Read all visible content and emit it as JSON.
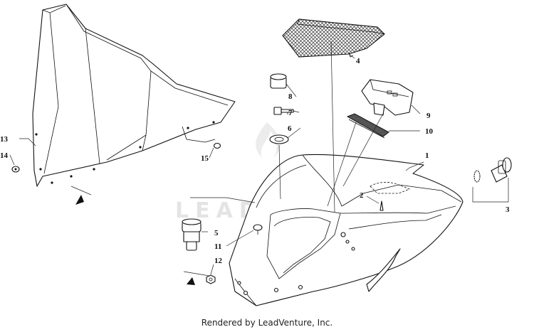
{
  "diagram": {
    "watermark_text": "LEADVENTURE",
    "credit_text": "Rendered by LeadVenture, Inc.",
    "callouts": [
      {
        "id": "1",
        "label": "1"
      },
      {
        "id": "2",
        "label": "2"
      },
      {
        "id": "3",
        "label": "3"
      },
      {
        "id": "4",
        "label": "4"
      },
      {
        "id": "5",
        "label": "5"
      },
      {
        "id": "6",
        "label": "6"
      },
      {
        "id": "7",
        "label": "7"
      },
      {
        "id": "8",
        "label": "8"
      },
      {
        "id": "9",
        "label": "9"
      },
      {
        "id": "10",
        "label": "10"
      },
      {
        "id": "11",
        "label": "11"
      },
      {
        "id": "12",
        "label": "12"
      },
      {
        "id": "13",
        "label": "13"
      },
      {
        "id": "14",
        "label": "14"
      },
      {
        "id": "15",
        "label": "15"
      }
    ]
  }
}
